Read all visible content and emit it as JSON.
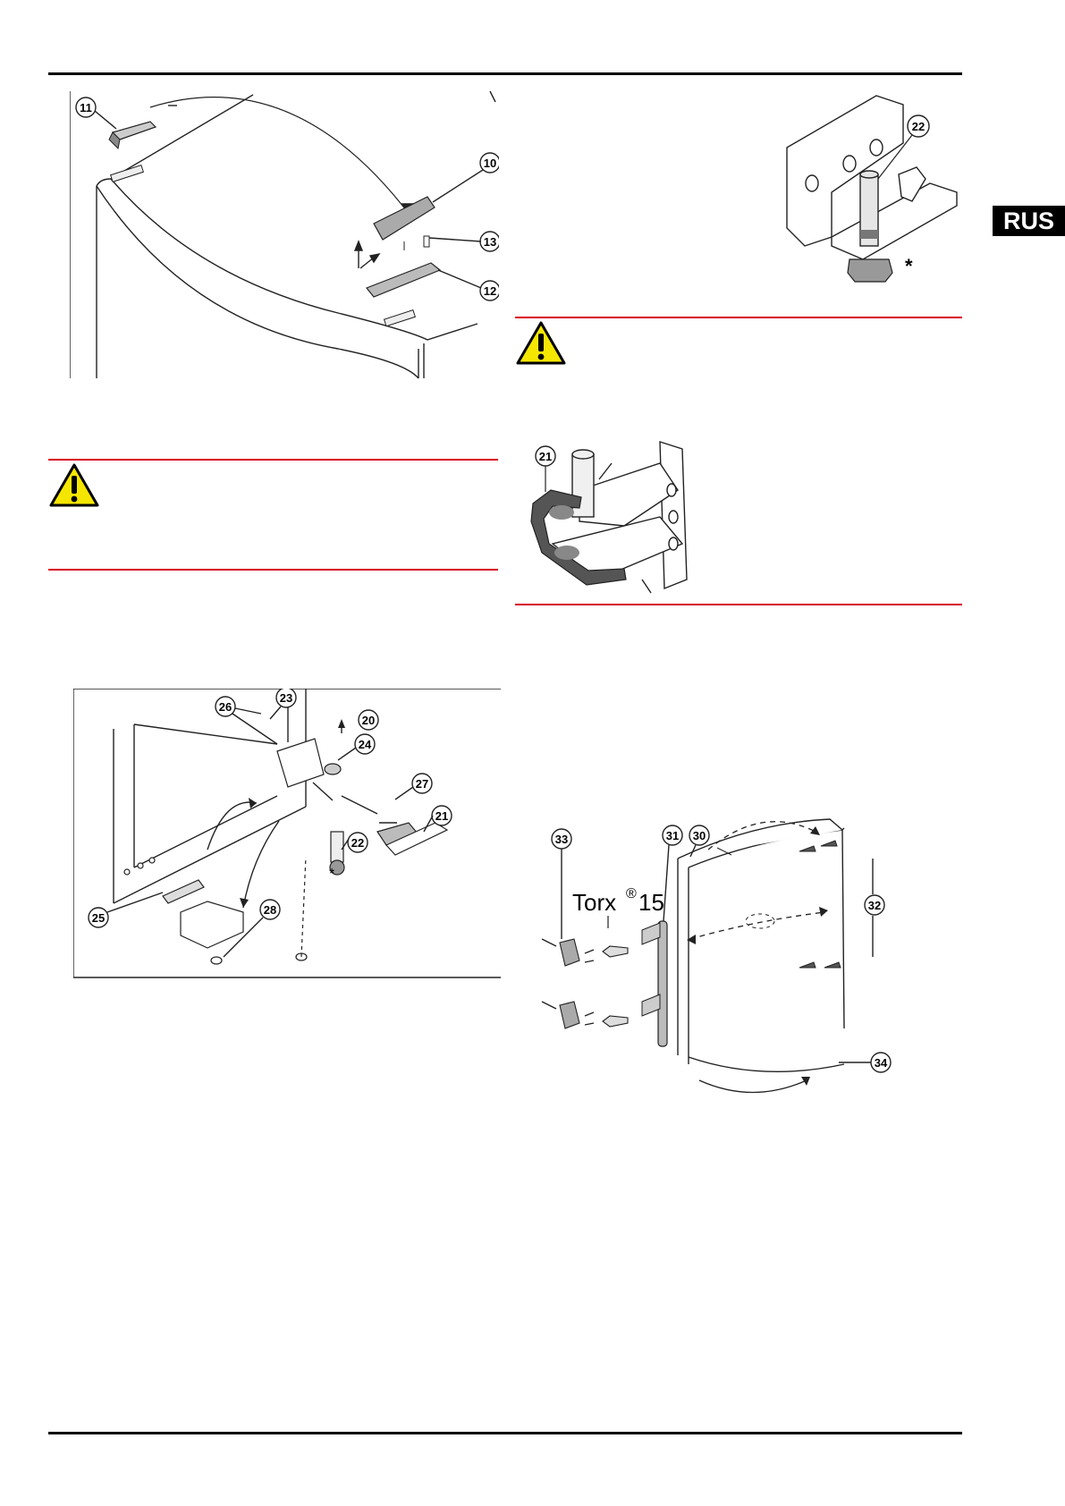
{
  "language_tab": "RUS",
  "figures": {
    "top_cover": {
      "callouts": [
        "11",
        "10",
        "13",
        "12"
      ]
    },
    "hinge_pin": {
      "callouts": [
        "22"
      ],
      "marker": "*"
    },
    "hinge_cover": {
      "callouts": [
        "21"
      ]
    },
    "bottom_hinge": {
      "callouts": [
        "26",
        "23",
        "20",
        "24",
        "27",
        "25",
        "22",
        "21",
        "28"
      ],
      "marker": "*"
    },
    "door_handle": {
      "callouts": [
        "33",
        "31",
        "30",
        "32",
        "34"
      ],
      "tool_label": {
        "name": "Torx",
        "mark": "®",
        "size": "15"
      }
    }
  },
  "icons": {
    "warning": "warning-triangle-icon"
  },
  "colors": {
    "header_rule": "#000000",
    "warning_rule": "#d9001b",
    "warning_fill": "#f5e600"
  }
}
